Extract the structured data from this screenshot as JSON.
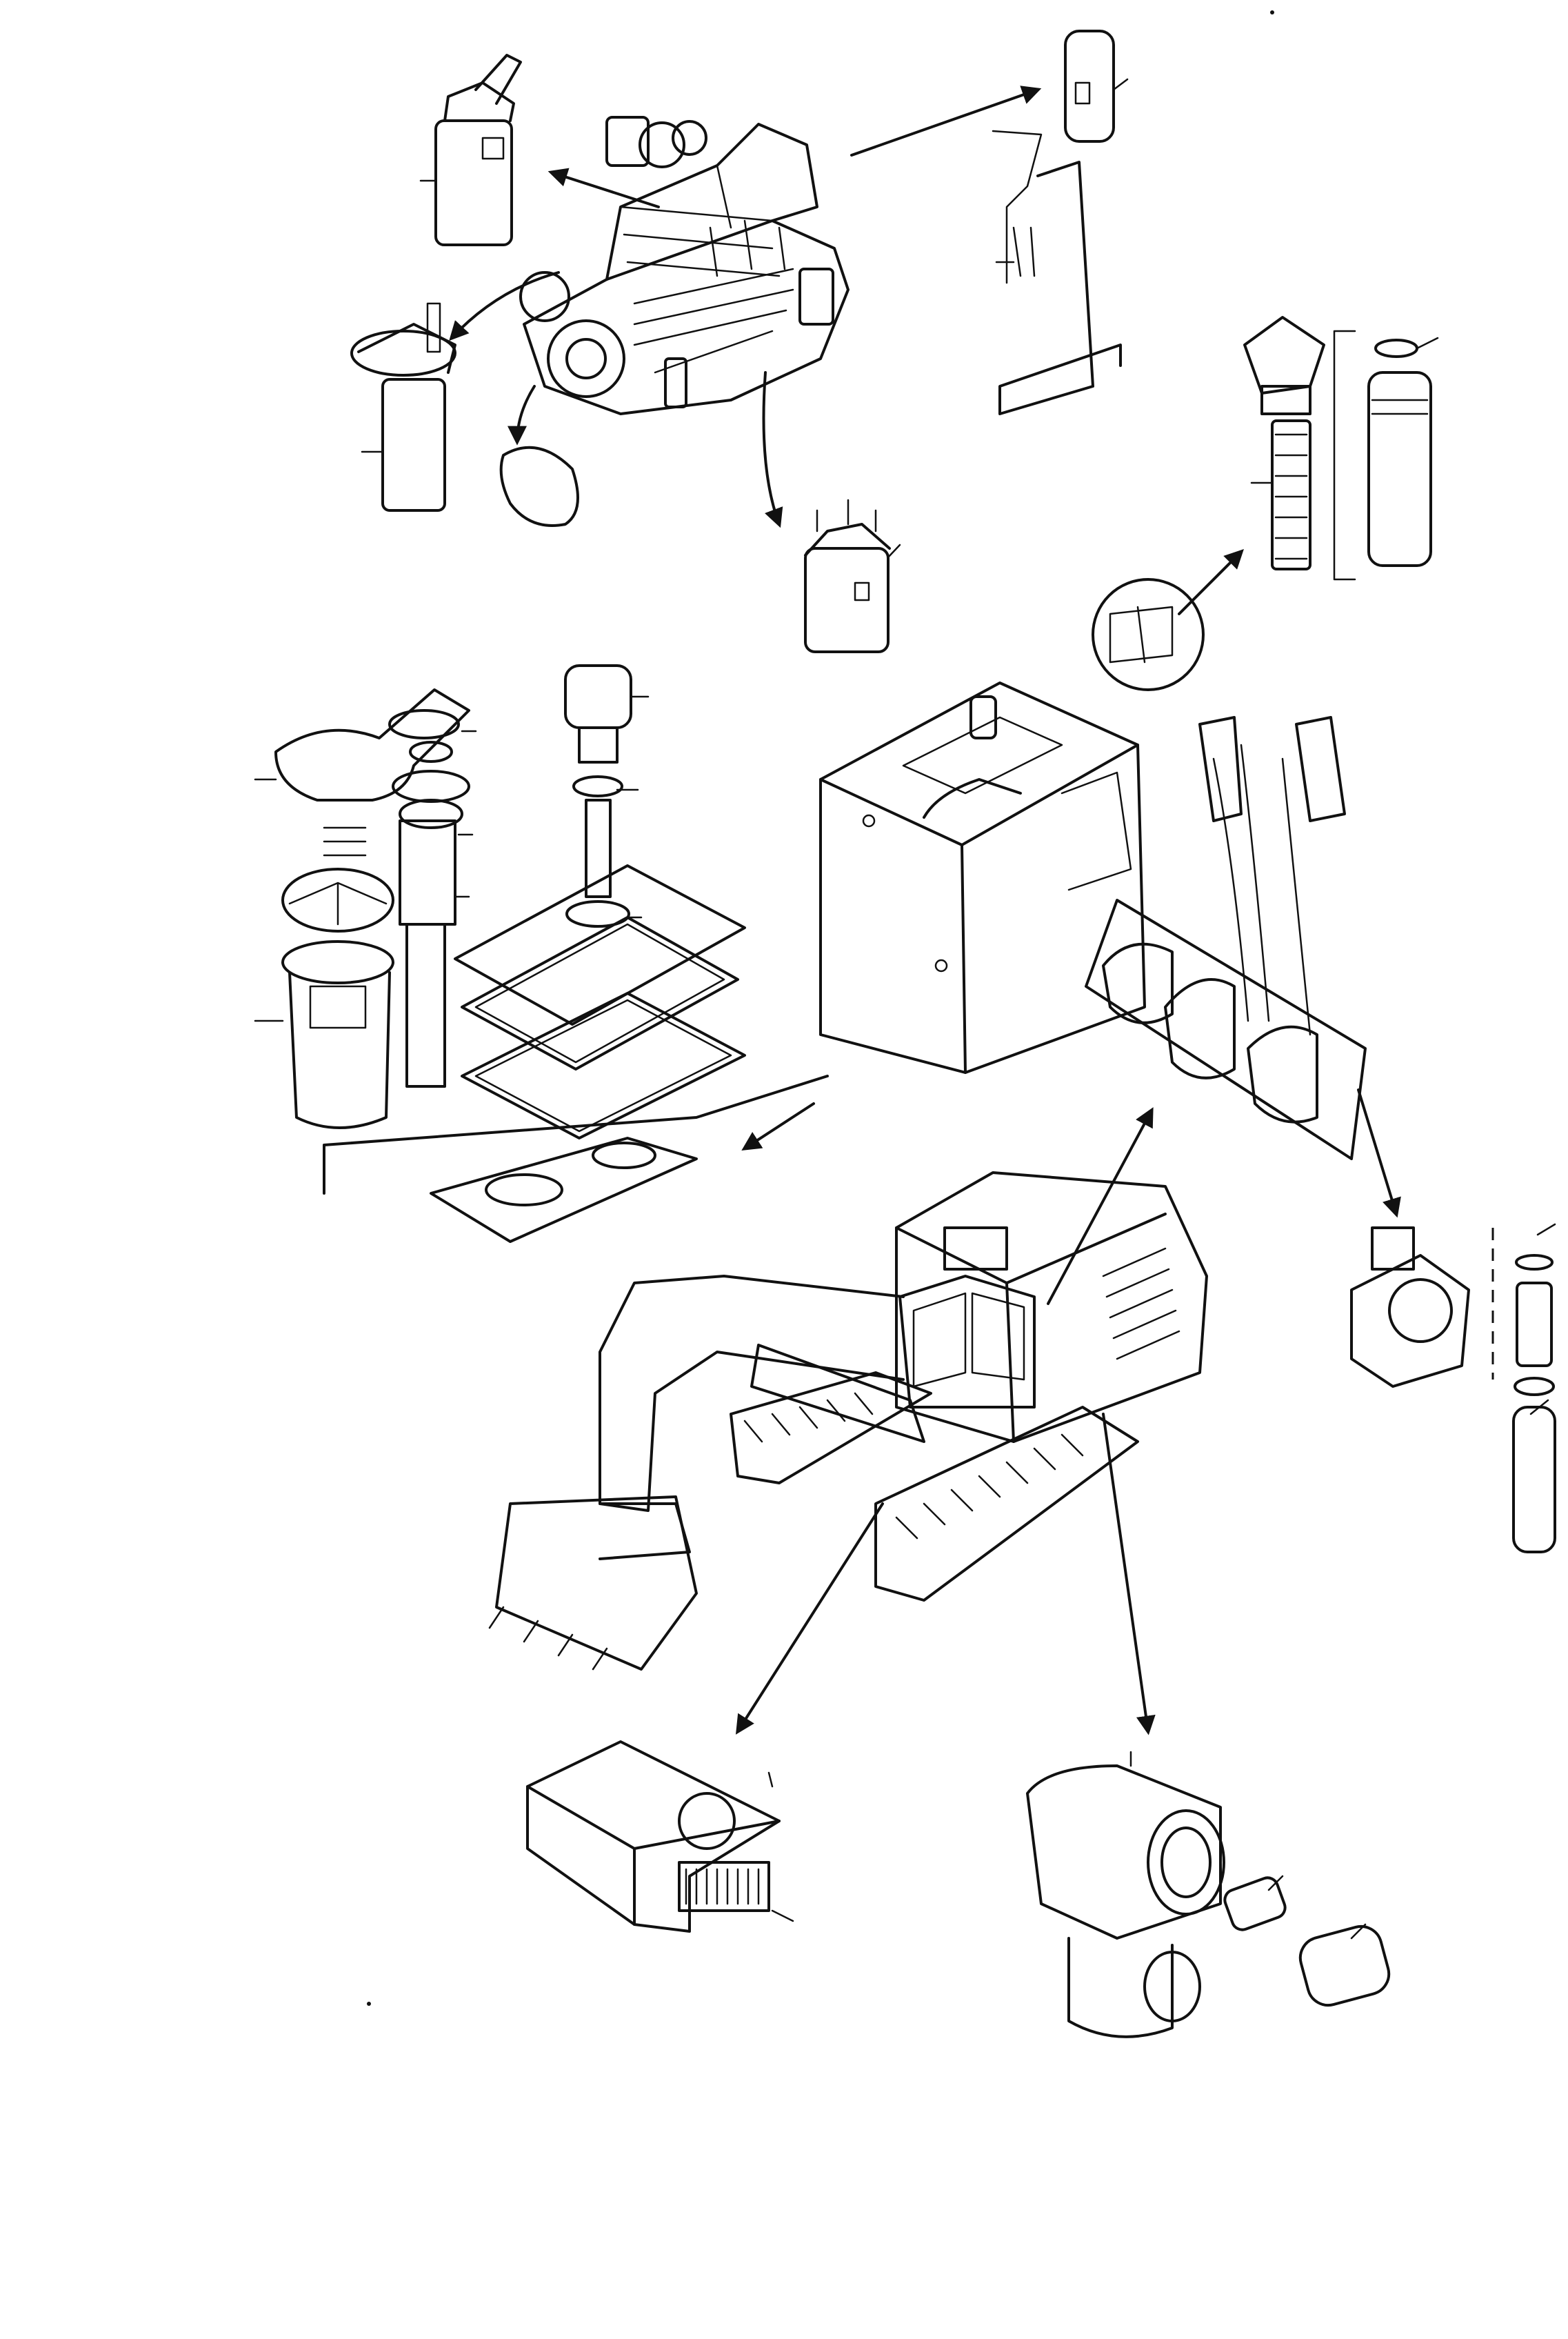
{
  "figure": {
    "ink": "#111111",
    "paper": "#ffffff",
    "labels": [],
    "components": [
      {
        "id": "engine",
        "icon": "engine-assembly-icon"
      },
      {
        "id": "engine-oil-filter",
        "icon": "oil-filter-icon"
      },
      {
        "id": "fuel-prefilter",
        "icon": "fuel-filter-icon"
      },
      {
        "id": "v-belt",
        "icon": "belt-icon"
      },
      {
        "id": "fuel-filter",
        "icon": "spin-on-filter-icon"
      },
      {
        "id": "coolant-filter",
        "icon": "coolant-filter-icon"
      },
      {
        "id": "pilot-pressure-filter",
        "icon": "pressure-filter-icon"
      },
      {
        "id": "hydraulic-tank-filters",
        "icon": "return-filter-icon"
      },
      {
        "id": "hydraulic-tank",
        "icon": "tank-icon"
      },
      {
        "id": "control-valves",
        "icon": "valve-block-icon"
      },
      {
        "id": "gear-pump-filter",
        "icon": "pump-filter-icon"
      },
      {
        "id": "excavator",
        "icon": "front-shovel-excavator-icon"
      },
      {
        "id": "cab-air-filter",
        "icon": "air-conditioner-filter-icon"
      },
      {
        "id": "engine-air-filter",
        "icon": "air-cleaner-icon"
      }
    ]
  }
}
